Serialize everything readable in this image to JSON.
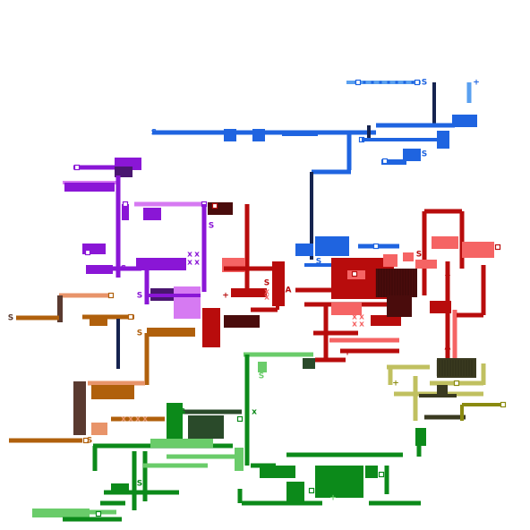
{
  "title": "",
  "colors": {
    "background": "#ffffff",
    "blue": "#1f64e0",
    "blue_light": "#5aa0f0",
    "navy": "#15234f",
    "purple": "#8a16d6",
    "purple_light": "#d67af2",
    "purple_dark": "#4a1670",
    "red": "#b80c0c",
    "red_dark": "#4a0c0c",
    "red_light": "#f56464",
    "orange": "#b0600c",
    "orange_light": "#e8946a",
    "brown": "#5a3a30",
    "green": "#0c8a1a",
    "green_light": "#6acc6a",
    "green_dark": "#2a4a2a",
    "olive": "#8a8a10",
    "olive_light": "#c0c060",
    "olive_dark": "#3a3a20"
  },
  "markers": {
    "start": "S",
    "goal": "A",
    "item": "+",
    "hazard": "x"
  }
}
